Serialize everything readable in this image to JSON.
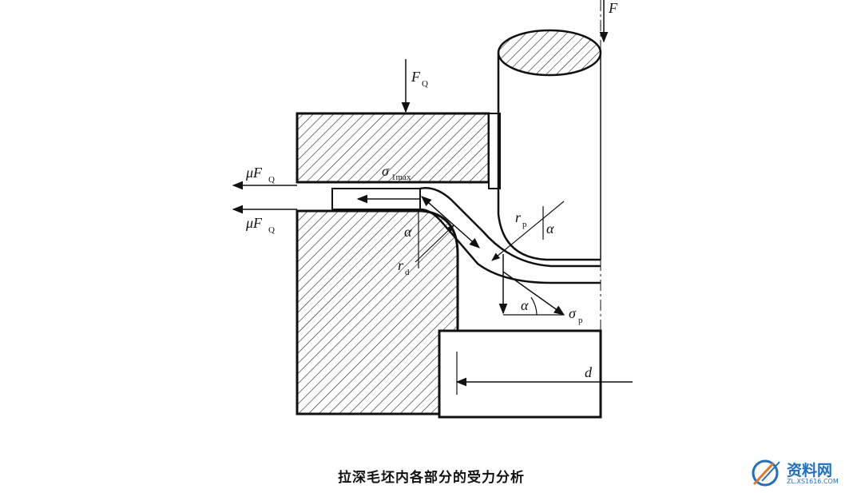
{
  "labels": {
    "F": "F",
    "FQ_main": "F",
    "FQ_sub": "Q",
    "muFQ_top_main": "μF",
    "muFQ_top_sub": "Q",
    "muFQ_bot_main": "μF",
    "muFQ_bot_sub": "Q",
    "sigma_main": "σ",
    "sigma_sub": "1max",
    "alpha_die": "α",
    "rd_main": "r",
    "rd_sub": "d",
    "rp_main": "r",
    "rp_sub": "p",
    "alpha_punch": "α",
    "alpha_bottom": "α",
    "sigmap_main": "σ",
    "sigmap_sub": "p",
    "d": "d"
  },
  "caption": "拉深毛坯内各部分的受力分析",
  "watermark": {
    "text": "资料网",
    "url": "ZL.XS1616.COM",
    "color": "#1f6fc4"
  }
}
